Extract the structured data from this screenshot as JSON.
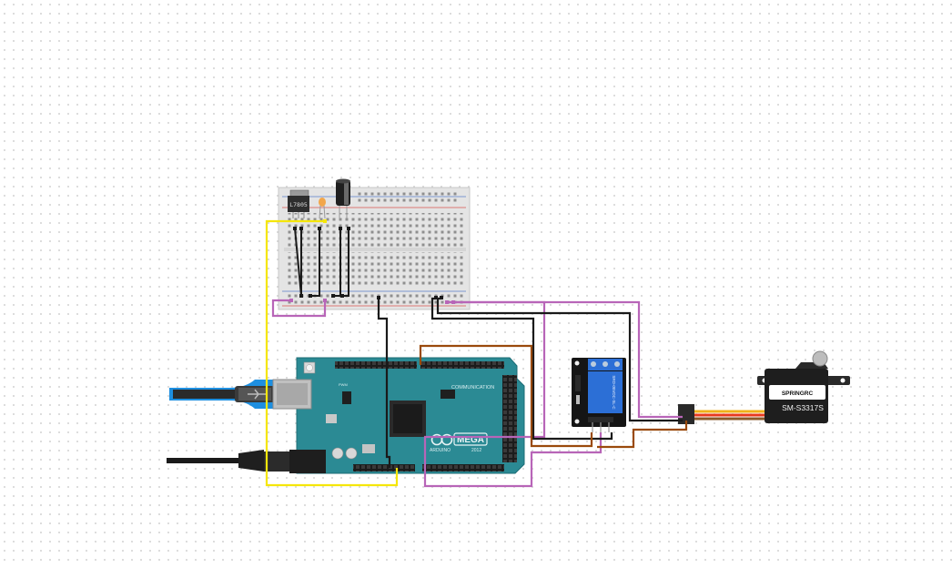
{
  "components": {
    "regulator": {
      "label": "L7805"
    },
    "arduino": {
      "brand": "ARDUINO",
      "model": "MEGA",
      "year": "2012"
    },
    "relay": {
      "label": "SRD-05VDC-SL-C"
    },
    "servo": {
      "brand": "SPRINGRC",
      "model": "SM-S3317S"
    }
  },
  "colors": {
    "yellow_wire": "#f5e60a",
    "purple_wire": "#b865b8",
    "black_wire": "#1a1a1a",
    "brown_wire": "#9a4a0c",
    "usb_cable": "#1e8fe0",
    "arduino_board": "#2b8a94",
    "relay_blue": "#2c6fd6",
    "servo_body": "#1e1e1e"
  }
}
